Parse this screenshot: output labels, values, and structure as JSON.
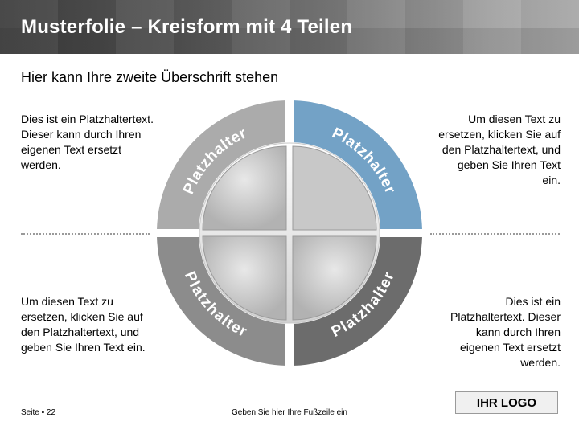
{
  "header": {
    "title": "Musterfolie – Kreisform mit 4 Teilen"
  },
  "subtitle": "Hier kann Ihre zweite Überschrift stehen",
  "text_blocks": {
    "top_left": [
      "Dies ist ein Platzhaltertext.",
      "Dieser kann durch Ihren",
      "eigenen Text ersetzt",
      "werden."
    ],
    "top_right": [
      "Um diesen Text zu",
      "ersetzen, klicken Sie auf",
      "den Platzhaltertext, und",
      "geben Sie Ihren Text",
      "ein."
    ],
    "bottom_left": [
      "Um diesen Text zu",
      "ersetzen, klicken Sie auf",
      "den Platzhaltertext, und",
      "geben Sie Ihren Text ein."
    ],
    "bottom_right": [
      "Dies ist ein",
      "Platzhaltertext. Dieser",
      "kann durch Ihren",
      "eigenen Text ersetzt",
      "werden."
    ]
  },
  "diagram": {
    "segments": [
      {
        "label": "Platzhalter",
        "color": "#ababab"
      },
      {
        "label": "Platzhalter",
        "color": "#73a2c6"
      },
      {
        "label": "Platzhalter",
        "color": "#8c8c8c"
      },
      {
        "label": "Platzhalter",
        "color": "#6c6c6c"
      }
    ]
  },
  "footer": {
    "page": "Seite ▪ 22",
    "text": "Geben Sie hier Ihre Fußzeile ein",
    "logo": "IHR LOGO"
  }
}
